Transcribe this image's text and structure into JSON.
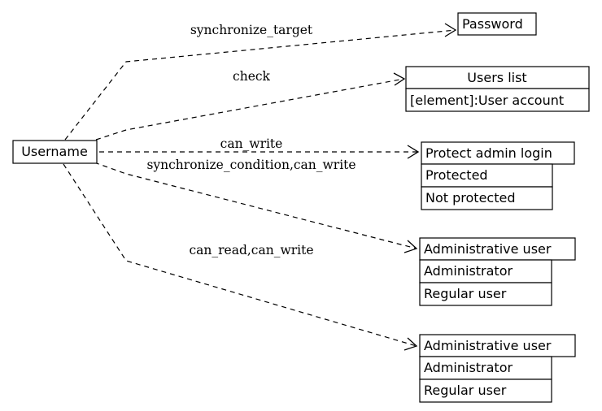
{
  "nodes": {
    "username": {
      "label": "Username"
    },
    "password": {
      "label": "Password"
    },
    "users_list": {
      "label": "Users list",
      "rows": [
        "[element]:User account"
      ]
    },
    "protect_admin_login": {
      "label": "Protect admin login",
      "rows": [
        "Protected",
        "Not protected"
      ]
    },
    "administrative_user_1": {
      "label": "Administrative user",
      "rows": [
        "Administrator",
        "Regular user"
      ]
    },
    "administrative_user_2": {
      "label": "Administrative user",
      "rows": [
        "Administrator",
        "Regular user"
      ]
    }
  },
  "edges": {
    "to_password": "synchronize_target",
    "to_users_list": "check",
    "to_protect_admin_login": "can_write",
    "to_administrative_user_1": "synchronize_condition,can_write",
    "to_administrative_user_2": "can_read,can_write"
  }
}
